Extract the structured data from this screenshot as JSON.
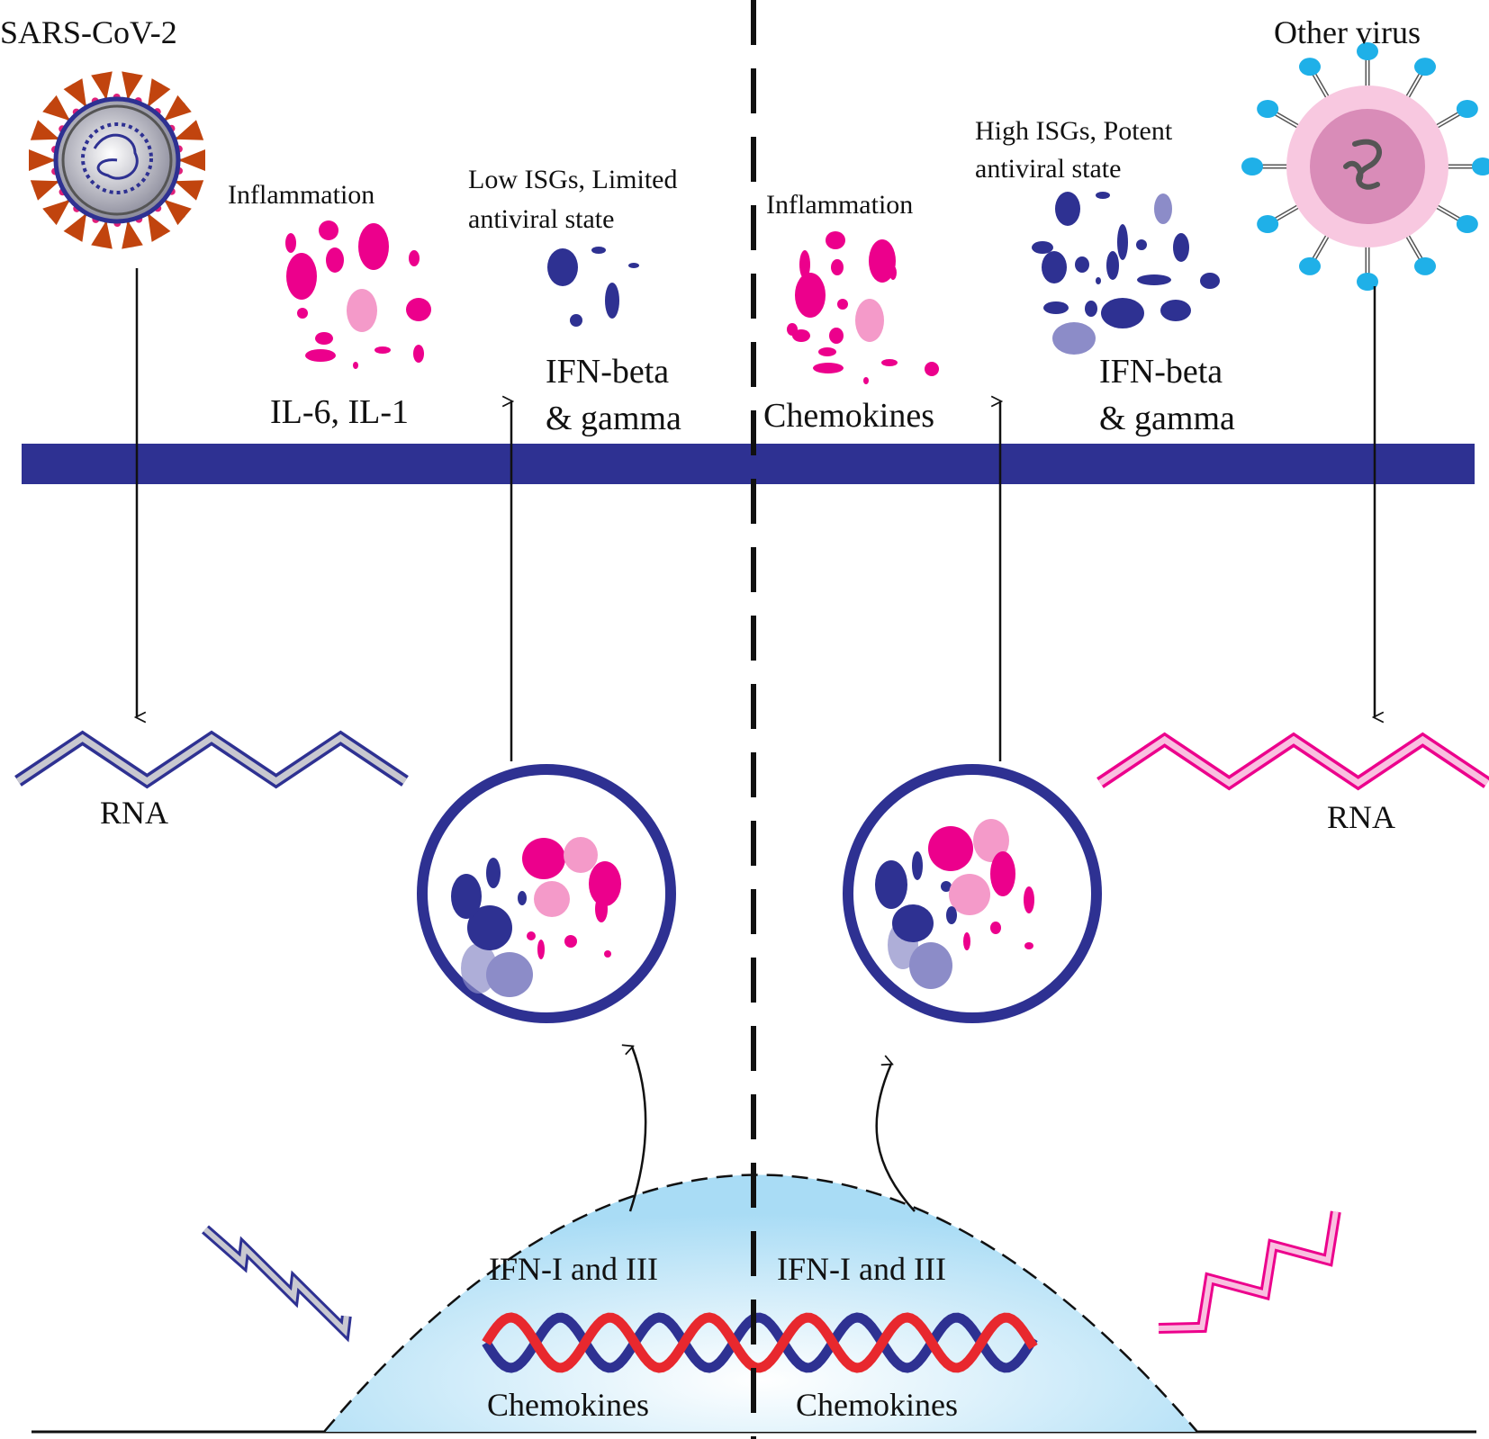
{
  "labels": {
    "left_virus": "SARS-CoV-2",
    "right_virus": "Other virus",
    "left_inflammation": "Inflammation",
    "left_cytokines": "IL-6, IL-1",
    "left_isg_line1": "Low ISGs, Limited",
    "left_isg_line2": "antiviral state",
    "left_ifn_line1": "IFN-beta",
    "left_ifn_line2": "& gamma",
    "right_inflammation": "Inflammation",
    "right_cytokines": "Chemokines",
    "right_isg_line1": "High ISGs, Potent",
    "right_isg_line2": "antiviral state",
    "right_ifn_line1": "IFN-beta",
    "right_ifn_line2": "& gamma",
    "left_rna": "RNA",
    "right_rna": "RNA",
    "left_nucleus_ifn": "IFN-I and III",
    "right_nucleus_ifn": "IFN-I and III",
    "left_nucleus_chemokines": "Chemokines",
    "right_nucleus_chemokines": "Chemokines"
  },
  "colors": {
    "membrane": "#2e3192",
    "navy": "#2e3192",
    "magenta": "#ec008c",
    "light_pink": "#f49ac9",
    "lavender": "#8c8cc8",
    "nucleus_fill": "#c8e8f8",
    "spike": "#c1440e",
    "virus_blue": "#1fb0e8",
    "dna_red": "#e8282e",
    "text": "#111111"
  },
  "icons": [
    "sars-cov-2-virion-icon",
    "other-virus-virion-icon",
    "rna-strand-icon",
    "dna-double-helix-icon",
    "vesicle-icon"
  ]
}
